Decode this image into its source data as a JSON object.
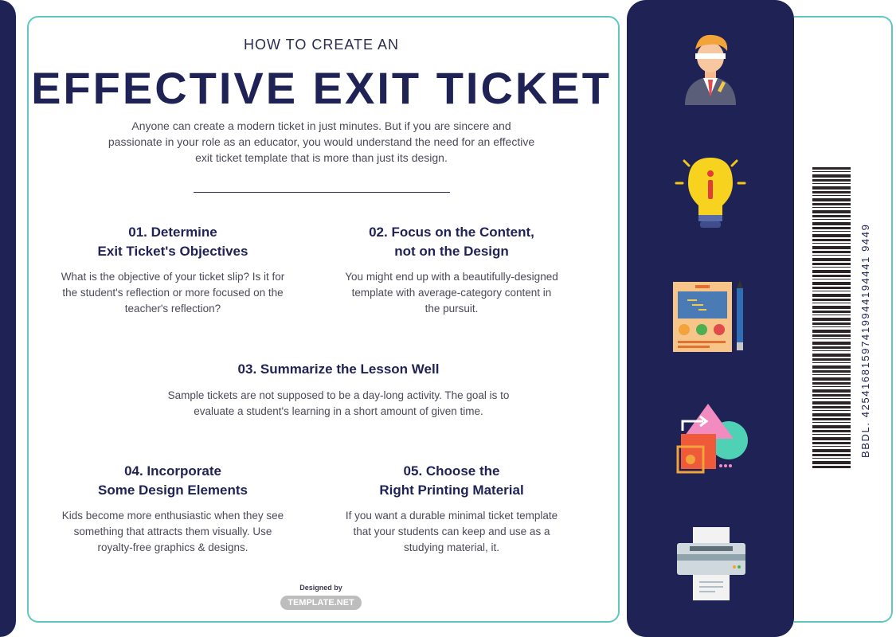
{
  "header": {
    "pre_title": "HOW TO CREATE AN",
    "title": "EFFECTIVE EXIT TICKET",
    "intro": "Anyone can create a modern ticket in just minutes. But if you are sincere and passionate in your role as an educator, you would understand the need for an effective exit ticket template that is more than just its design."
  },
  "sections": [
    {
      "title_line1": "01. Determine",
      "title_line2": "Exit Ticket's Objectives",
      "body": "What is the objective of your ticket slip? Is it for the student's reflection or more focused on the teacher's reflection?"
    },
    {
      "title_line1": "02. Focus on the Content,",
      "title_line2": "not on the Design",
      "body": "You might end up with a beautifully-designed template with average-category content in the pursuit."
    },
    {
      "title_line1": "03. Summarize the Lesson Well",
      "body": "Sample tickets are not supposed to be a day-long activity. The goal is to evaluate a student's learning in a short amount of given time."
    },
    {
      "title_line1": "04. Incorporate",
      "title_line2": "Some Design Elements",
      "body": "Kids become more enthusiastic when they see something that attracts them visually. Use royalty-free graphics & designs."
    },
    {
      "title_line1": "05. Choose the",
      "title_line2": "Right Printing Material",
      "body": "If you want a durable minimal ticket template that your students can keep and use as a studying material, it."
    }
  ],
  "credit": {
    "designed_by": "Designed by",
    "brand": "TEMPLATE.NET"
  },
  "sidebar_icons": [
    "teacher-icon",
    "lightbulb-icon",
    "tablet-pencil-icon",
    "shapes-icon",
    "printer-icon"
  ],
  "barcode": {
    "text": "BBDL. 42541681597419944194441 9449"
  },
  "colors": {
    "navy": "#1f2255",
    "teal": "#5fc7c0",
    "text": "#4a4a5a"
  }
}
